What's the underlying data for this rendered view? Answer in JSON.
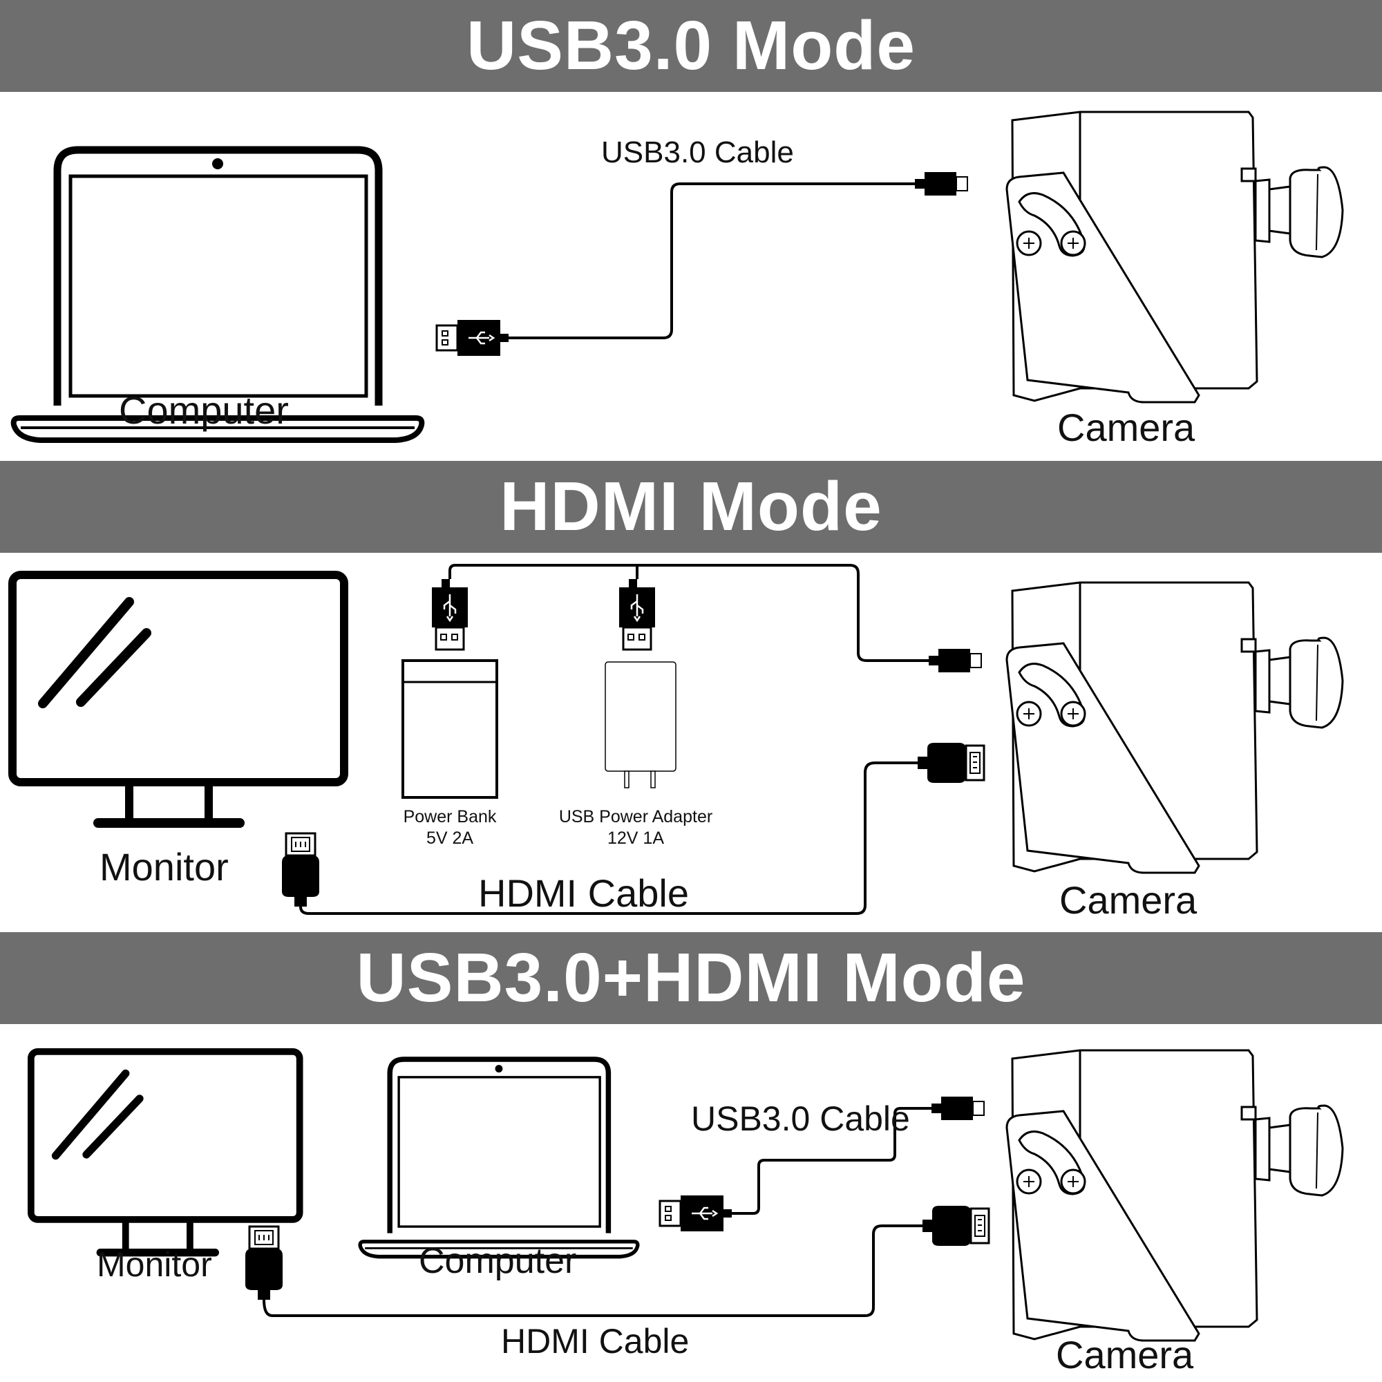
{
  "sections": [
    {
      "title": "USB3.0 Mode"
    },
    {
      "title": "HDMI Mode"
    },
    {
      "title": "USB3.0+HDMI Mode"
    }
  ],
  "labels": {
    "computer": "Computer",
    "camera": "Camera",
    "monitor": "Monitor",
    "usb_cable": "USB3.0 Cable",
    "hdmi_cable": "HDMI Cable",
    "power_bank": "Power Bank",
    "power_bank_spec": "5V 2A",
    "usb_adapter": "USB Power Adapter",
    "usb_adapter_spec": "12V 1A"
  },
  "icons": [
    "laptop-icon",
    "camera-icon",
    "monitor-icon",
    "usb-a-plug-icon",
    "micro-usb-plug-icon",
    "hdmi-plug-icon",
    "power-bank-icon",
    "power-adapter-icon"
  ]
}
